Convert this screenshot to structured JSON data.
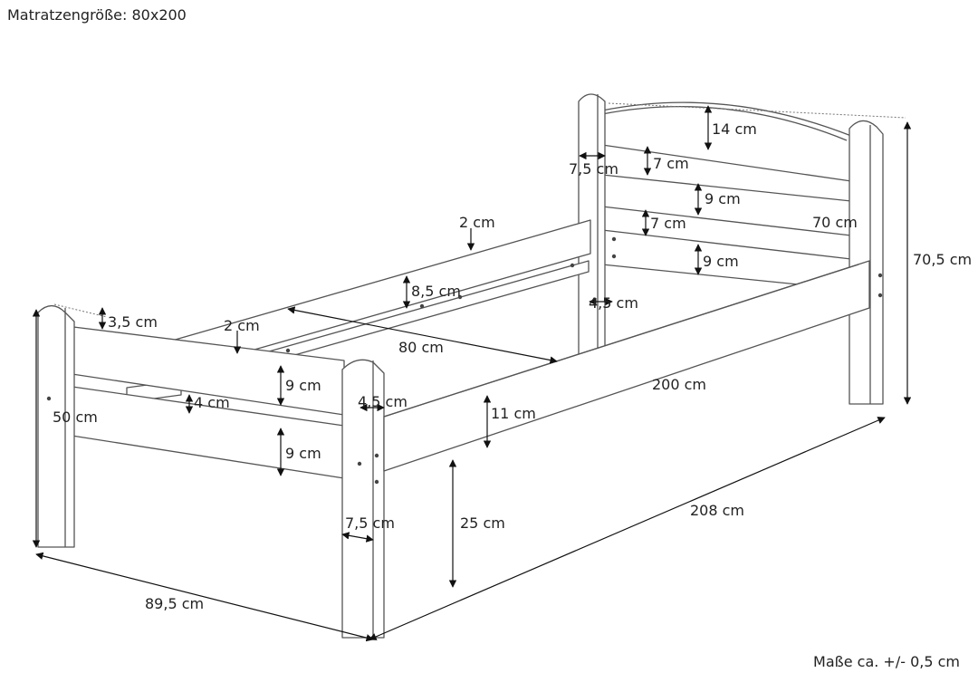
{
  "header": {
    "mattress_size": "Matratzengröße: 80x200"
  },
  "footer": {
    "tolerance": "Maße ca. +/- 0,5 cm"
  },
  "dimensions": {
    "headboard_top_rail": "14 cm",
    "post_width_rear": "7,5 cm",
    "headboard_gap_1": "7 cm",
    "headboard_rail_1": "9 cm",
    "headboard_inner_height": "70 cm",
    "headboard_gap_2": "7 cm",
    "headboard_rail_2": "9 cm",
    "total_head_height": "70,5 cm",
    "side_rail_offset_rear": "2 cm",
    "slat_ledge_height": "8,5 cm",
    "post_depth_rear": "4,5 cm",
    "foot_post_cap": "3,5 cm",
    "side_rail_offset_front": "2 cm",
    "inner_width": "80 cm",
    "footboard_rail_1": "9 cm",
    "footboard_gap": "4 cm",
    "foot_height": "50 cm",
    "inner_length": "200 cm",
    "post_depth_front": "4,5 cm",
    "side_rail_height": "11 cm",
    "footboard_rail_2": "9 cm",
    "post_width_front": "7,5 cm",
    "clearance_height": "25 cm",
    "total_length": "208 cm",
    "total_width": "89,5 cm"
  },
  "colors": {
    "line": "#555555",
    "dimension": "#111111",
    "background": "#ffffff"
  }
}
